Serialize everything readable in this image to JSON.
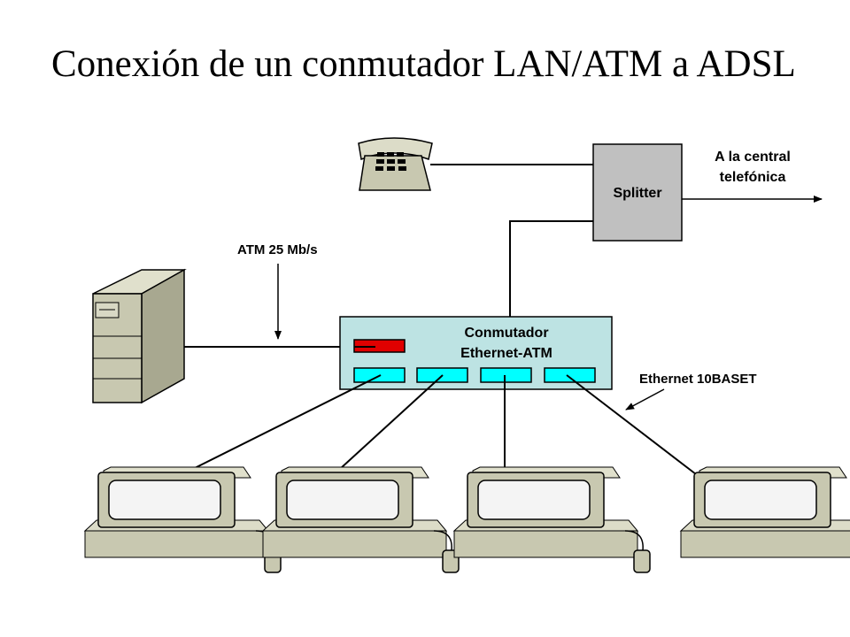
{
  "title": "Conexión de un conmutador LAN/ATM a ADSL",
  "labels": {
    "splitter": "Splitter",
    "central_line1": "A la central",
    "central_line2": "telefónica",
    "atm": "ATM 25 Mb/s",
    "switch_line1": "Conmutador",
    "switch_line2": "Ethernet-ATM",
    "ethernet": "Ethernet 10BASET"
  },
  "colors": {
    "switch_fill": "#bde3e3",
    "port_fill": "#00ffff",
    "atm_port_fill": "#e00000",
    "splitter_fill": "#c0c0c0",
    "device_fill": "#c8c8b0"
  }
}
